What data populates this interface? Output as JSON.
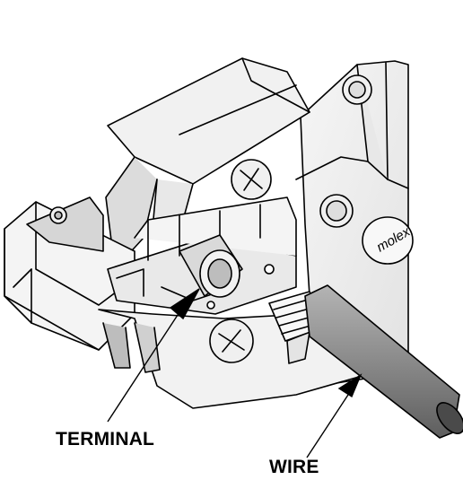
{
  "figure": {
    "labels": {
      "terminal": "TERMINAL",
      "wire": "WIRE"
    },
    "logo_text": "molex",
    "colors": {
      "line": "#000000",
      "metal_light": "#efefef",
      "metal_mid": "#cfcfcf",
      "metal_dark": "#9a9a9a",
      "wire_insulation": "#8c8c8c",
      "background": "#ffffff"
    },
    "icons": [
      "screw-head-icon",
      "arrow-icon"
    ]
  }
}
